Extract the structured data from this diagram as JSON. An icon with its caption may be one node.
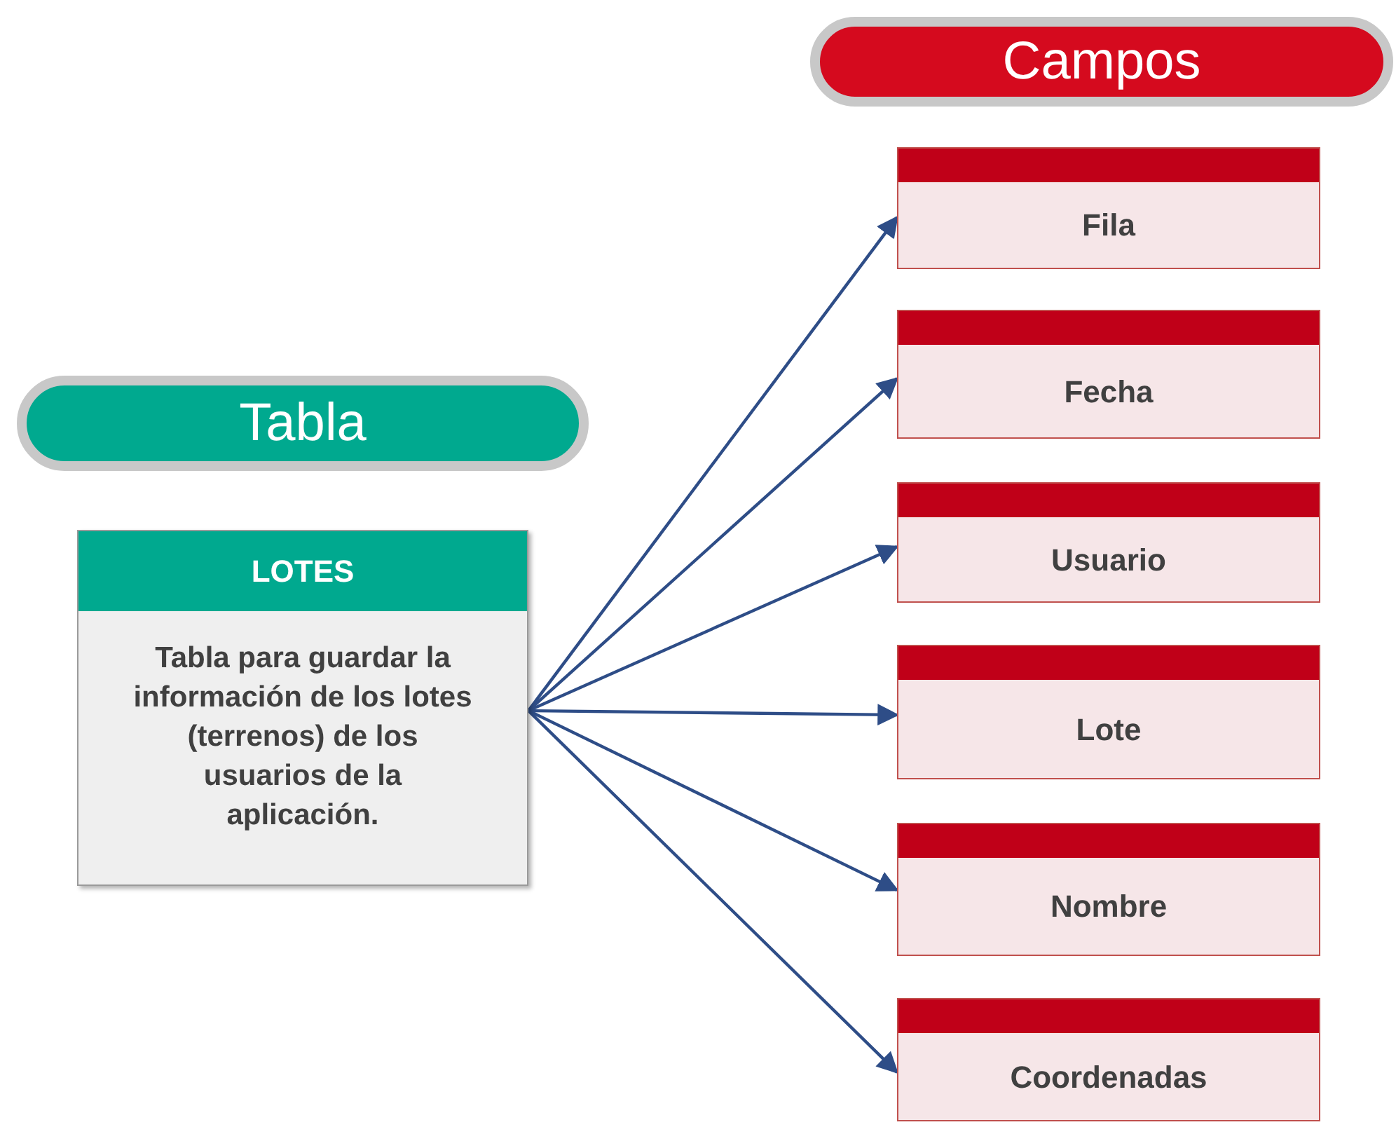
{
  "diagram": {
    "nodes": [
      {
        "text": [
          "Campos"
        ]
      },
      {
        "text": [
          "Tabla"
        ]
      },
      {
        "text": [
          "LOTES",
          "Tabla para guardar la información de los lotes (terrenos) de los usuarios de la aplicación."
        ]
      },
      {
        "text": [
          "Fila"
        ]
      },
      {
        "text": [
          "Fecha"
        ]
      },
      {
        "text": [
          "Usuario"
        ]
      },
      {
        "text": [
          "Lote"
        ]
      },
      {
        "text": [
          "Nombre"
        ]
      },
      {
        "text": [
          "Coordenadas"
        ]
      }
    ],
    "edges": [
      {
        "from": 2,
        "to": 3,
        "arrow": "to"
      },
      {
        "from": 2,
        "to": 4,
        "arrow": "to"
      },
      {
        "from": 2,
        "to": 5,
        "arrow": "to"
      },
      {
        "from": 2,
        "to": 6,
        "arrow": "to"
      },
      {
        "from": 2,
        "to": 7,
        "arrow": "to"
      },
      {
        "from": 2,
        "to": 8,
        "arrow": "to"
      }
    ]
  }
}
